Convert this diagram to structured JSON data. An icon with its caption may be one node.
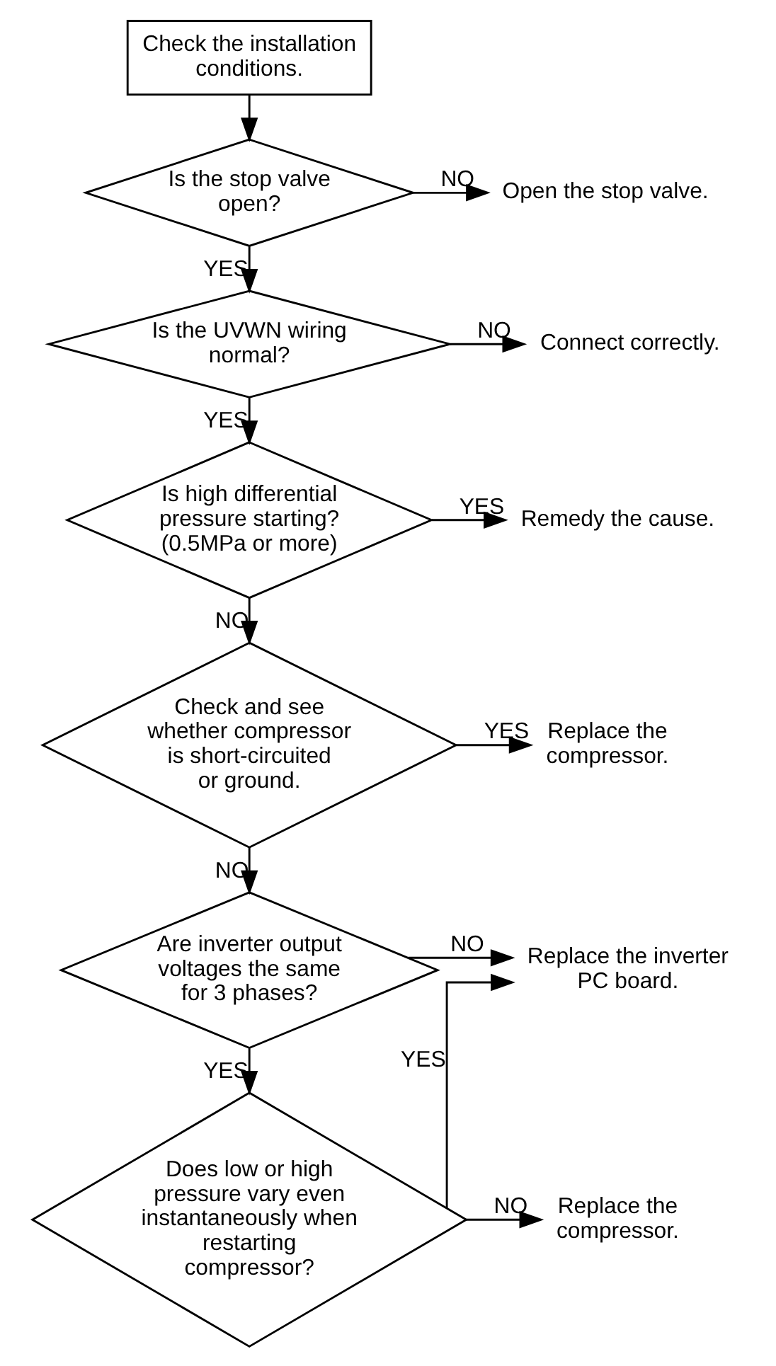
{
  "diagram": {
    "nodes": [
      {
        "text": [
          "Check the installation conditions."
        ]
      },
      {
        "text": [
          "Is the stop valve open?"
        ]
      },
      {
        "text": [
          "Open the stop valve."
        ]
      },
      {
        "text": [
          "Is the UVWN wiring normal?"
        ]
      },
      {
        "text": [
          "Connect correctly."
        ]
      },
      {
        "text": [
          "Is high differential pressure starting? (0.5MPa or more)"
        ]
      },
      {
        "text": [
          "Remedy the cause."
        ]
      },
      {
        "text": [
          "Check and see whether compressor is short-circuited or ground."
        ]
      },
      {
        "text": [
          "Replace the compressor."
        ]
      },
      {
        "text": [
          "Are inverter output voltages the same for 3 phases?"
        ]
      },
      {
        "text": [
          "Replace the inverter PC board."
        ]
      },
      {
        "text": [
          "Does low or high pressure vary even instantaneously when restarting compressor?"
        ]
      },
      {
        "text": [
          "Replace the compressor."
        ]
      }
    ],
    "edges": [
      {
        "from": 0,
        "to": 1,
        "arrow": "to"
      },
      {
        "from": 1,
        "to": 2,
        "arrow": "to",
        "label": "NO"
      },
      {
        "from": 1,
        "to": 3,
        "arrow": "to",
        "label": "YES"
      },
      {
        "from": 3,
        "to": 4,
        "arrow": "to",
        "label": "NO"
      },
      {
        "from": 3,
        "to": 5,
        "arrow": "to",
        "label": "YES"
      },
      {
        "from": 5,
        "to": 6,
        "arrow": "to",
        "label": "YES"
      },
      {
        "from": 5,
        "to": 7,
        "arrow": "to",
        "label": "NO"
      },
      {
        "from": 7,
        "to": 8,
        "arrow": "to",
        "label": "YES"
      },
      {
        "from": 7,
        "to": 9,
        "arrow": "to",
        "label": "NO"
      },
      {
        "from": 9,
        "to": 10,
        "arrow": "to",
        "label": "NO"
      },
      {
        "from": 9,
        "to": 11,
        "arrow": "to",
        "label": "YES"
      },
      {
        "from": 11,
        "to": 10,
        "arrow": "to",
        "label": "YES"
      },
      {
        "from": 11,
        "to": 12,
        "arrow": "to",
        "label": "NO"
      }
    ]
  }
}
